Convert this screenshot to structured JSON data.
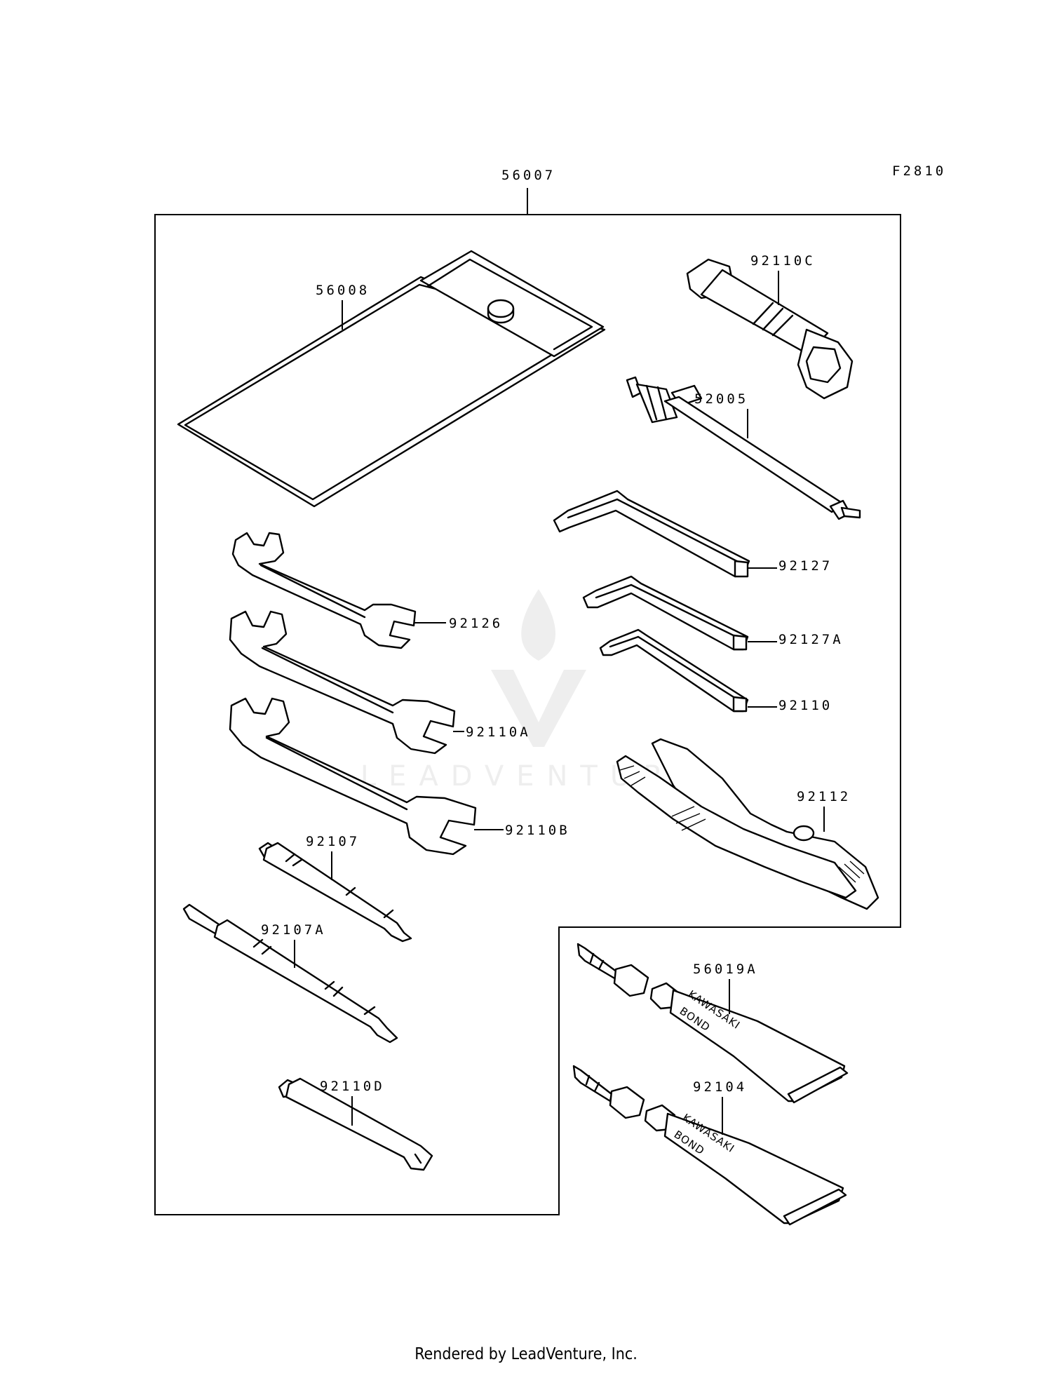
{
  "figure_code": "F2810",
  "labels": {
    "kit": "56007",
    "case": "56008",
    "plug_wrench": "92110C",
    "cable_tool": "52005",
    "hex_key_1": "92127",
    "hex_key_2": "92127A",
    "hex_key_3": "92110",
    "wrench_1": "92126",
    "wrench_2": "92110A",
    "wrench_3": "92110B",
    "pliers": "92112",
    "screwdriver_1": "92107",
    "screwdriver_2": "92107A",
    "spoke_wrench": "92110D",
    "bond_1": "56019A",
    "bond_2": "92104"
  },
  "tube_text": {
    "line1": "KAWASAKI",
    "line2": "BOND"
  },
  "watermark": "LEADVENTURE",
  "footer": "Rendered by LeadVenture, Inc."
}
